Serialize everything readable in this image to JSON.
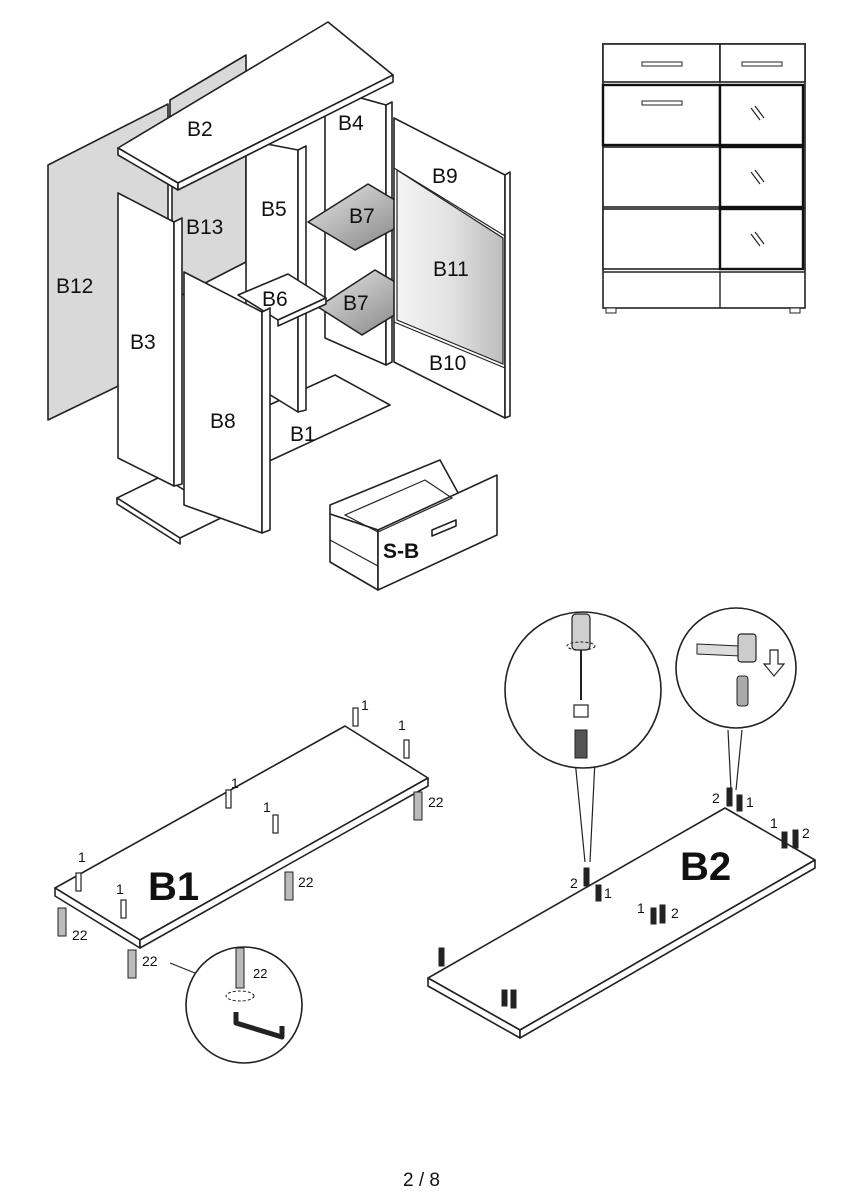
{
  "exploded_view": {
    "labels": {
      "b2": "B2",
      "b4": "B4",
      "b9": "B9",
      "b5": "B5",
      "b7_top": "B7",
      "b13": "B13",
      "b12": "B12",
      "b11": "B11",
      "b6": "B6",
      "b7_bottom": "B7",
      "b3": "B3",
      "b10": "B10",
      "b8": "B8",
      "b1": "B1",
      "sb": "S-B"
    }
  },
  "step_b1": {
    "title": "B1",
    "callouts": {
      "c1a": "1",
      "c1b": "1",
      "c1c": "1",
      "c1d": "1",
      "c1e": "1",
      "c1f": "1",
      "c22a": "22",
      "c22b": "22",
      "c22c": "22",
      "c22d": "22",
      "c22zoom": "22"
    }
  },
  "step_b2": {
    "title": "B2",
    "callouts": {
      "n2a": "2",
      "n1a": "1",
      "n1b": "1",
      "n2b": "2",
      "n2c": "2",
      "n1c": "1",
      "n1d": "1",
      "n2d": "2"
    }
  },
  "footer": {
    "page": "2 / 8"
  },
  "colors": {
    "panel_grey": "#d9d9d9",
    "shelf_grey": "#9a9a9a",
    "outline": "#222222"
  }
}
